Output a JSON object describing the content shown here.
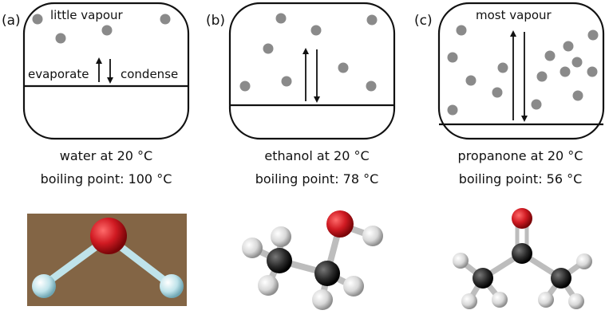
{
  "panels": [
    {
      "letter": "(a)",
      "box_label": "little vapour",
      "arrow_left_label": "evaporate",
      "arrow_right_label": "condense",
      "caption_line1": "water at 20 °C",
      "caption_line2": "boiling point: 100 °C",
      "molecule": "water",
      "vapour_level": "little"
    },
    {
      "letter": "(b)",
      "box_label": "",
      "caption_line1": "ethanol at 20 °C",
      "caption_line2": "boiling point: 78 °C",
      "molecule": "ethanol",
      "vapour_level": "medium"
    },
    {
      "letter": "(c)",
      "box_label": "most vapour",
      "caption_line1": "propanone at 20 °C",
      "caption_line2": "boiling point: 56 °C",
      "molecule": "propanone",
      "vapour_level": "most"
    }
  ],
  "colors": {
    "particle": "#8a8a8a",
    "outline": "#111111",
    "oxygen": "#d01a22",
    "carbon": "#2a2a2a",
    "hydrogen_model": "#e6e6e6",
    "hydrogen_water": "#bfe3ea",
    "water_background": "#8a6b4a"
  }
}
